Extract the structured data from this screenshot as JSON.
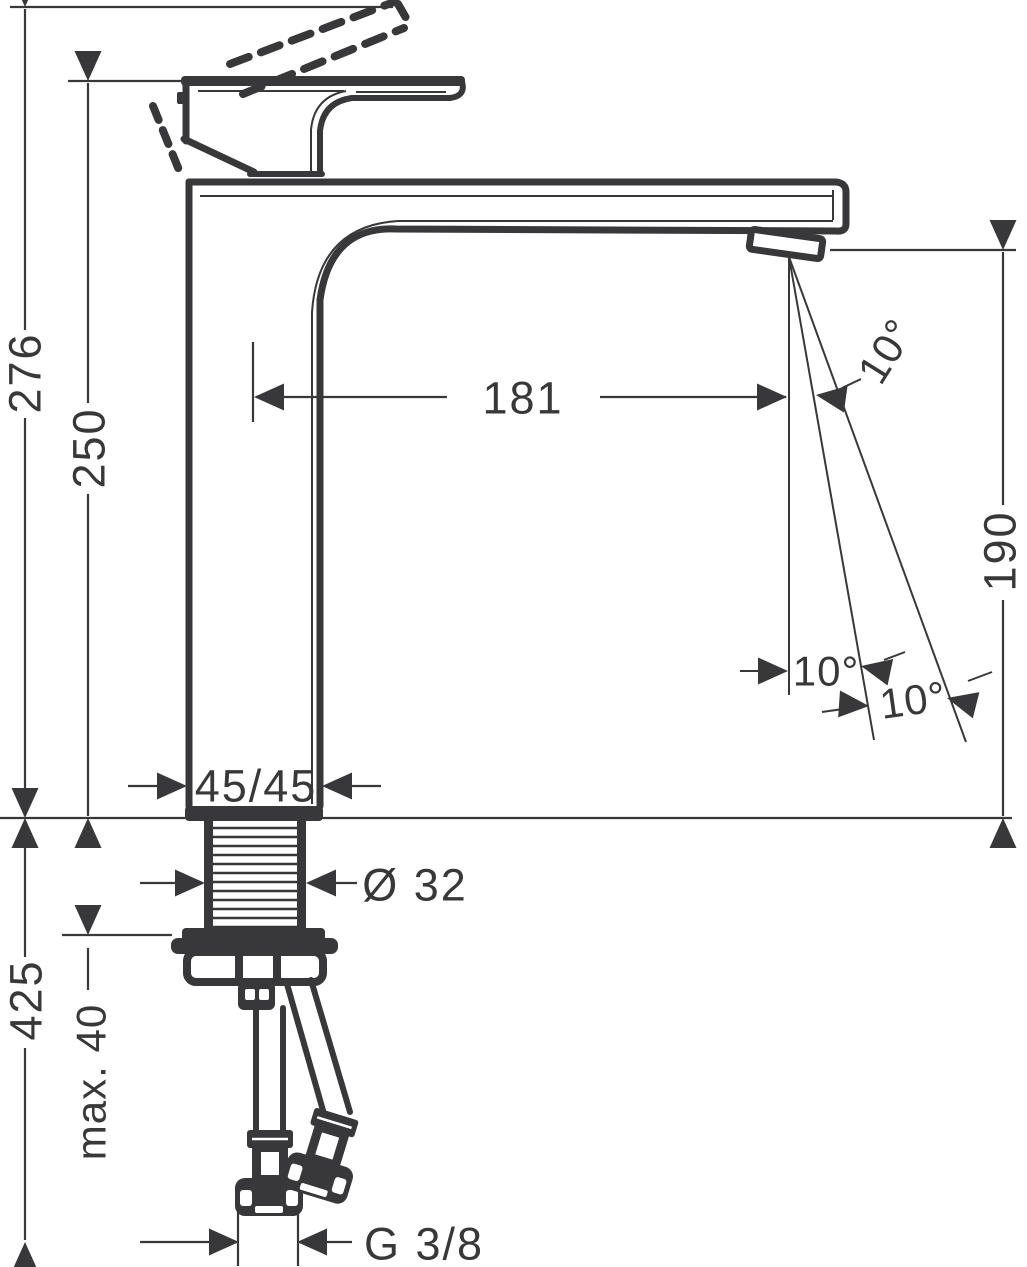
{
  "drawing": {
    "title": "faucet-installation-dimension-drawing",
    "colors": {
      "line": "#38383a",
      "background": "#ffffff"
    },
    "dimensions": {
      "total_height": "276",
      "height_to_deck": "250",
      "spout_reach": "181",
      "outlet_height": "190",
      "base_square": "45/45",
      "shaft_diameter": "Ø 32",
      "below_counter_length": "425",
      "max_mounting_thickness": "max. 40",
      "hose_thread": "G 3/8",
      "angle_upper": "10°",
      "angle_mid": "10°",
      "angle_lower": "10°"
    }
  }
}
